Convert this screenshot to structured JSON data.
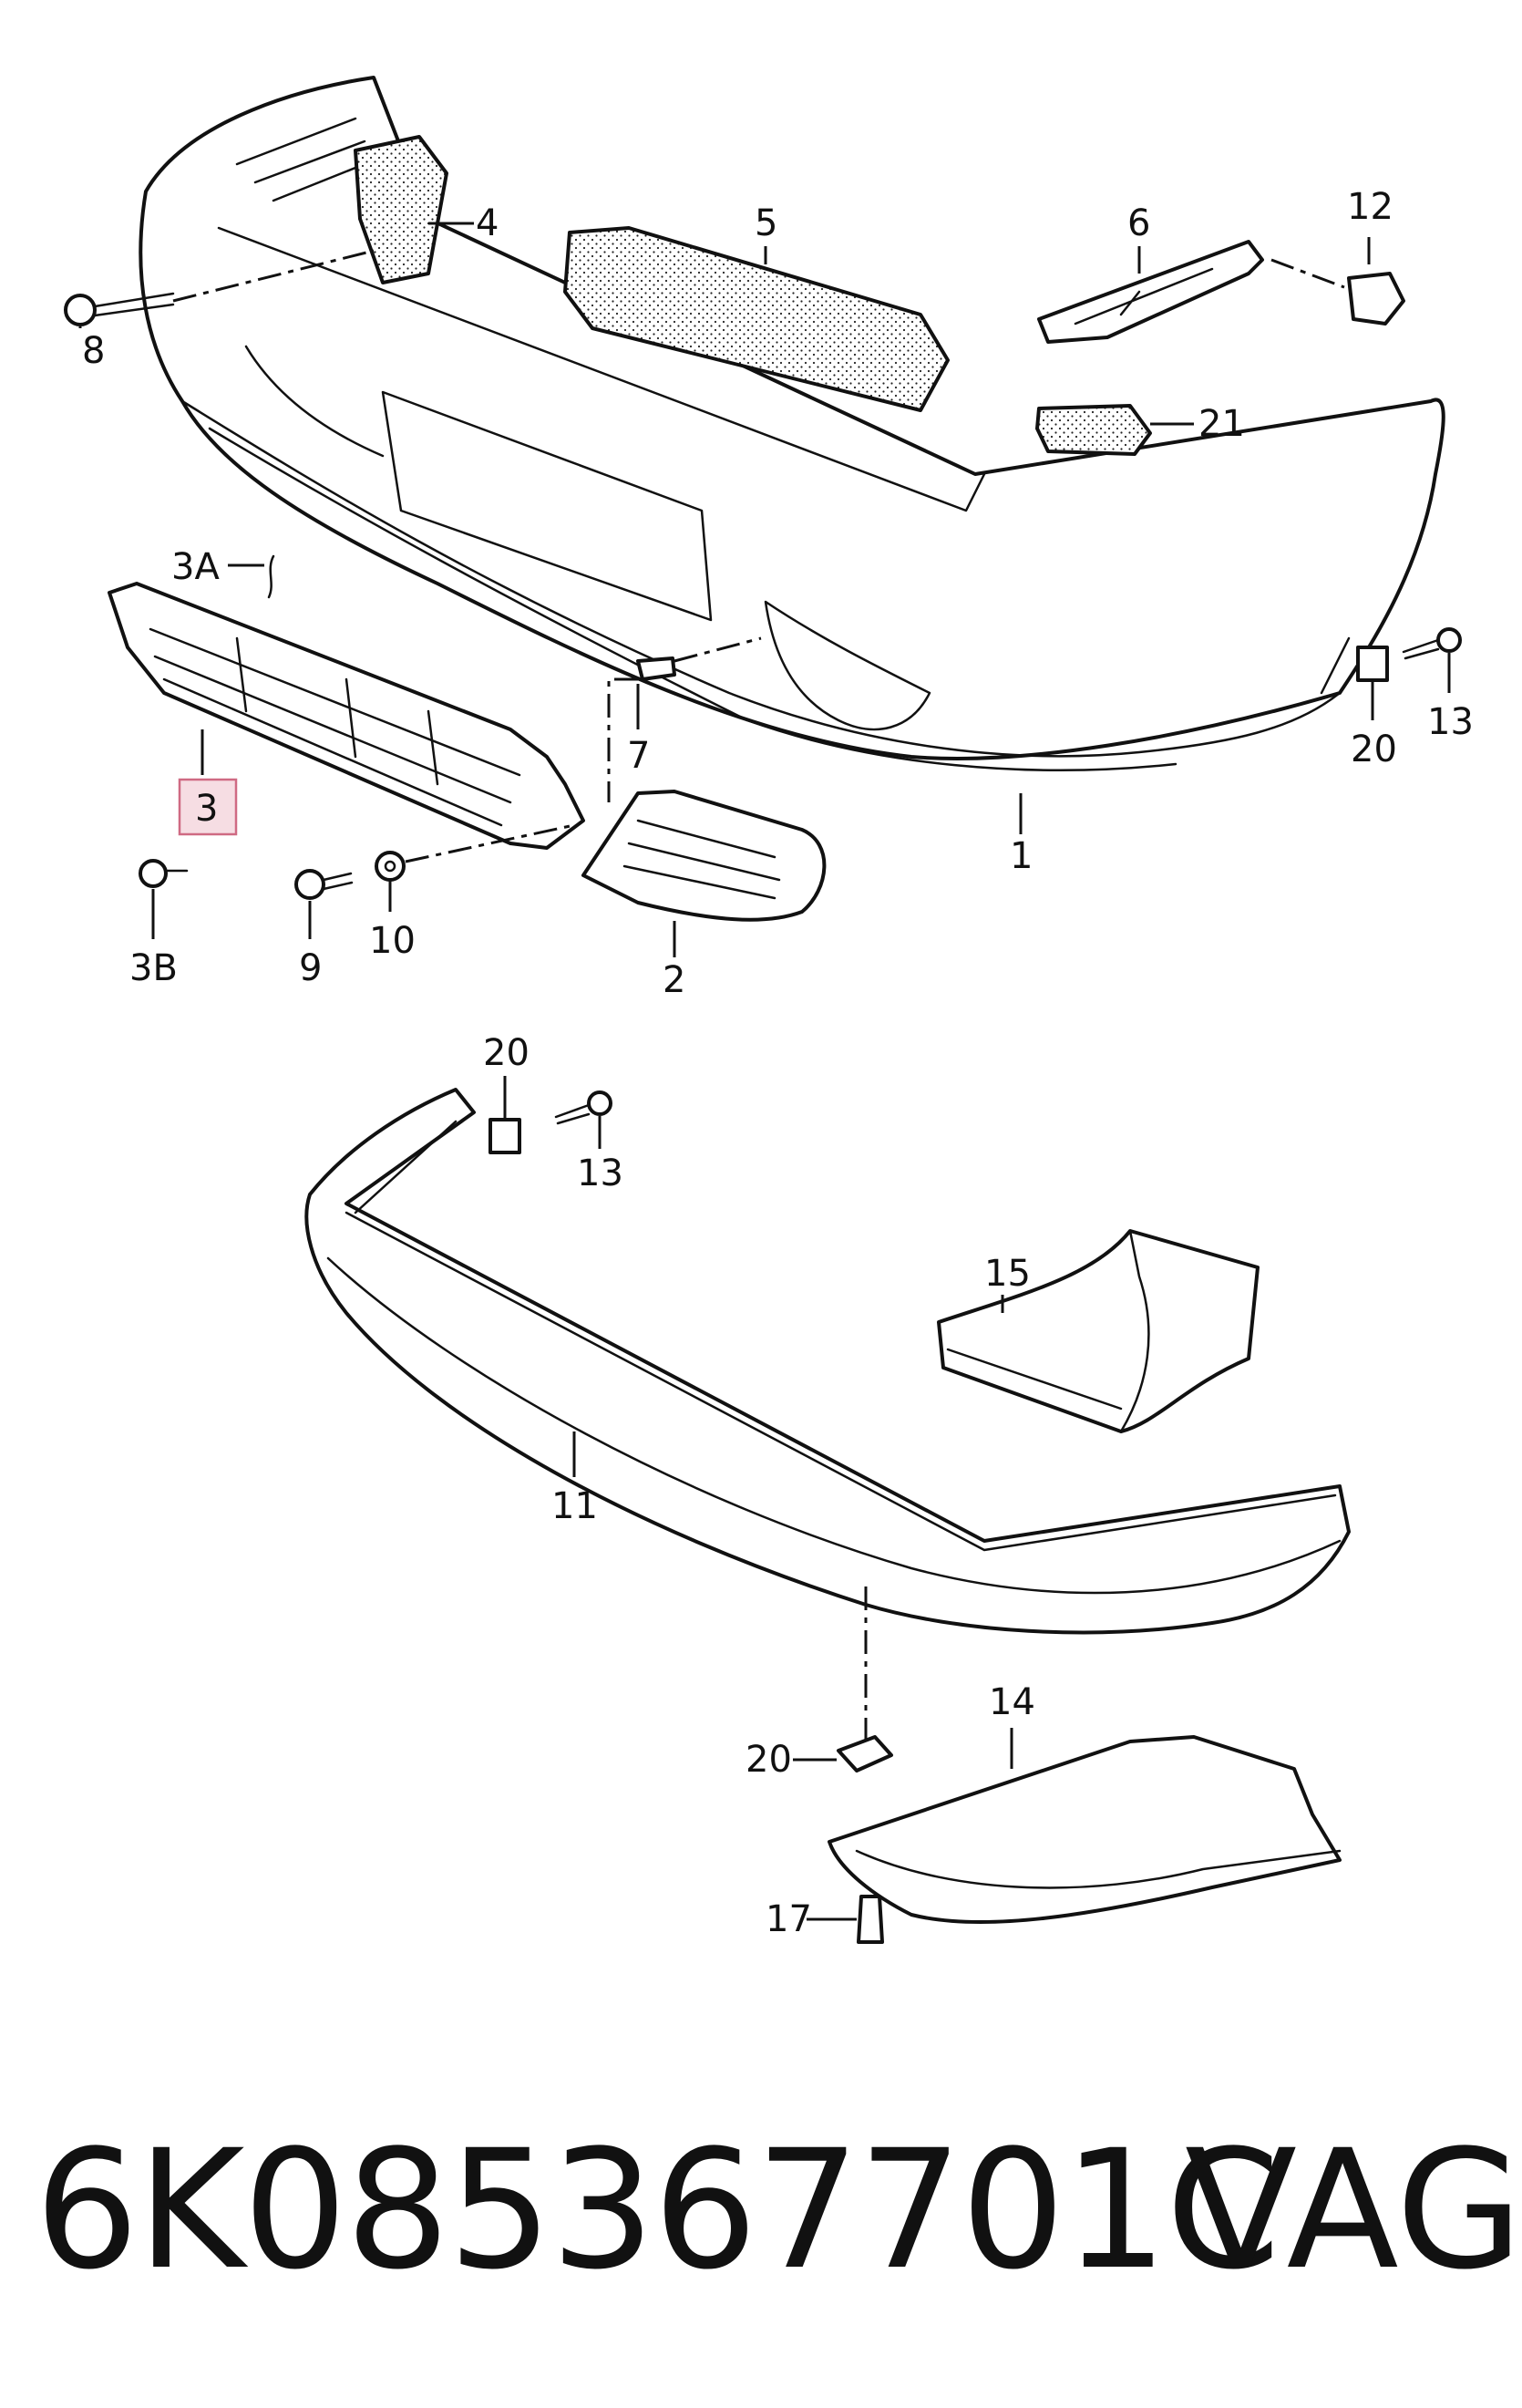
{
  "callouts": {
    "c1": "1",
    "c2": "2",
    "c3": "3",
    "c3a": "3A",
    "c3b": "3B",
    "c4": "4",
    "c5": "5",
    "c6": "6",
    "c7": "7",
    "c8": "8",
    "c9": "9",
    "c10": "10",
    "c11": "11",
    "c12": "12",
    "c13a": "13",
    "c13b": "13",
    "c14": "14",
    "c15": "15",
    "c17": "17",
    "c20a": "20",
    "c20b": "20",
    "c20c": "20",
    "c21": "21"
  },
  "highlighted_callout": "3",
  "footer": {
    "part_number": "6K085367701C",
    "brand": "VAG"
  },
  "colors": {
    "ink": "#111111",
    "highlight_fill": "#f6dde3",
    "highlight_border": "#cf6a83"
  }
}
